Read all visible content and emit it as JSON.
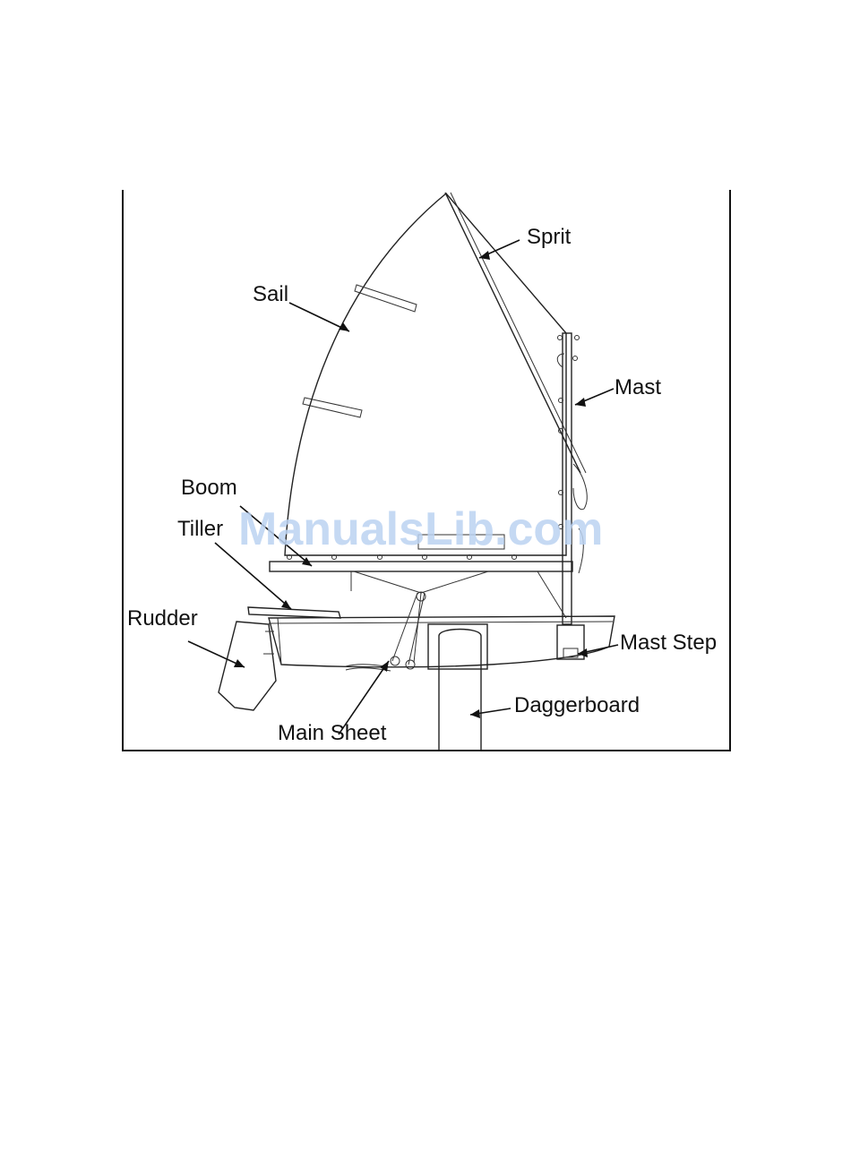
{
  "diagram": {
    "labels": {
      "sprit": "Sprit",
      "sail": "Sail",
      "mast": "Mast",
      "boom": "Boom",
      "tiller": "Tiller",
      "rudder": "Rudder",
      "mast_step": "Mast Step",
      "daggerboard": "Daggerboard",
      "main_sheet": "Main Sheet"
    },
    "watermark": "ManualsLib.com"
  },
  "colors": {
    "line": "#222222",
    "frame": "#111111",
    "watermark": "#bcd3f2",
    "background": "#ffffff"
  }
}
